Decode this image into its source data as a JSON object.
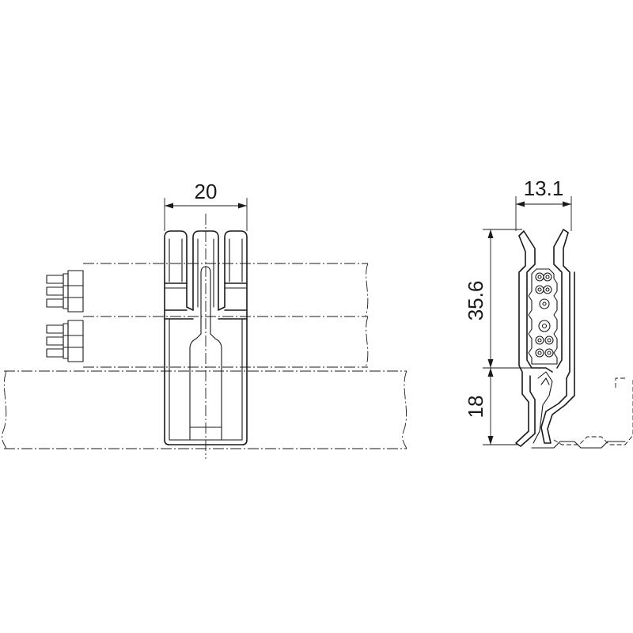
{
  "dimensions": {
    "width_front": "20",
    "width_side": "13.1",
    "height_upper": "35.6",
    "height_lower": "18"
  }
}
